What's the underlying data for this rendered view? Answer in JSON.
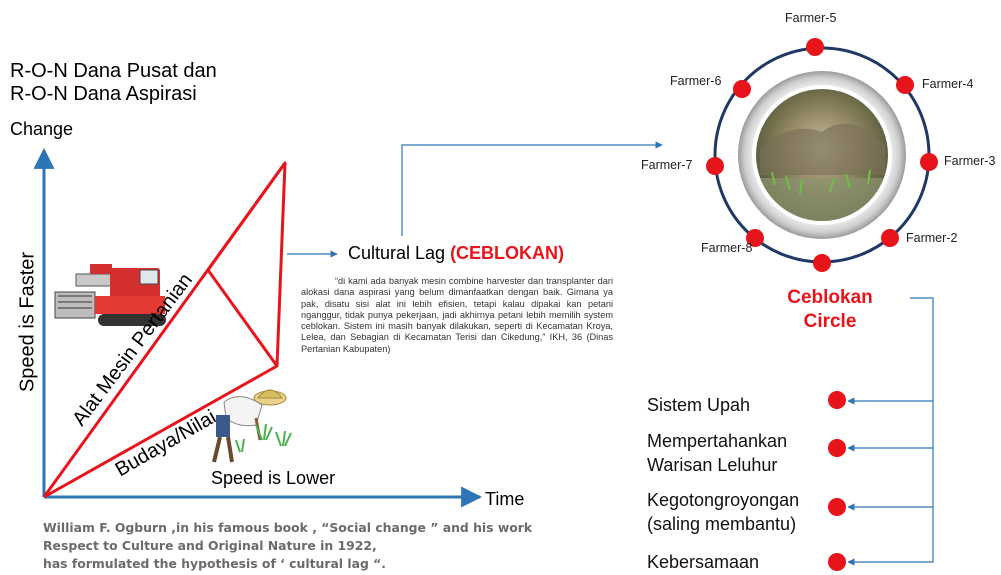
{
  "header": {
    "line1": "R-O-N Dana Pusat dan",
    "line2": "R-O-N Dana Aspirasi"
  },
  "graph": {
    "y_axis_top": "Change",
    "y_axis_label": "Speed is Faster",
    "x_axis_label": "Time",
    "upper_line_label": "Alat Mesin Pertanian",
    "lower_line_label": "Budaya/Nilai",
    "lower_caption": "Speed is Lower"
  },
  "cultural_lag": {
    "prefix": "Cultural Lag ",
    "highlight": "(CEBLOKAN)",
    "quote": "“di kami ada banyak mesin combine harvester dan transplanter dari alokasi dana aspirasi yang belum dimanfaatkan dengan baik. Gimana ya pak, disatu sisi alat ini lebih efisien, tetapi kalau dipakai kan petani nganggur, tidak punya pekerjaan, jadi akhirnya petani lebih memilih system ceblokan. Sistem ini masih banyak dilakukan, seperti di Kecamatan Kroya, Lelea, dan Sebagian di Kecamatan Terisi dan Cikedung,” IKH, 36 (Dinas Pertanian Kabupaten)"
  },
  "circle": {
    "title_line1": "Ceblokan",
    "title_line2": "Circle",
    "farmers": [
      "Farmer-5",
      "Farmer-4",
      "Farmer-3",
      "Farmer-2",
      "Farmer-8",
      "Farmer-7",
      "Farmer-6"
    ]
  },
  "values": [
    "Sistem Upah",
    "Mempertahankan",
    "Warisan Leluhur",
    "Kegotongroyongan",
    "(saling membantu)",
    "Kebersamaan"
  ],
  "note": {
    "line1": "William F. Ogburn ,in his famous book , “Social change ” and his work",
    "line2": "Respect to Culture and Original Nature in 1922,",
    "line3": "has formulated the hypothesis of ‘ cultural lag “."
  },
  "colors": {
    "red": "#e8141c",
    "blue": "#2e75b6",
    "navy": "#1f3864"
  }
}
